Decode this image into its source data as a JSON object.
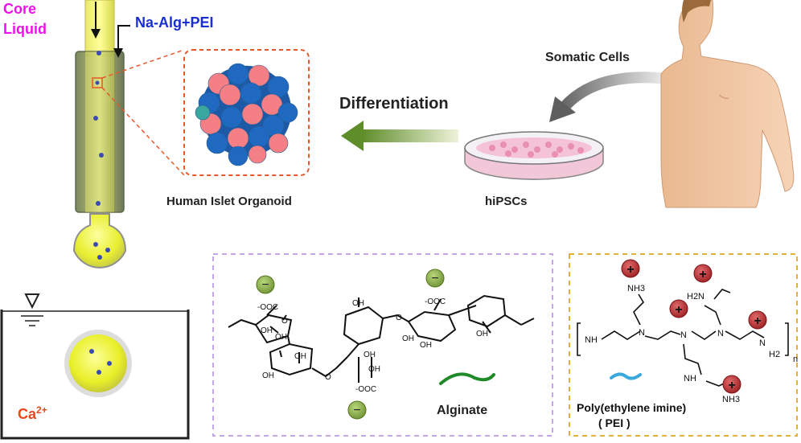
{
  "labels": {
    "core_line1": "Core",
    "core_line2": "Liquid",
    "shell": "Na-Alg+PEI",
    "somatic": "Somatic Cells",
    "differentiation": "Differentiation",
    "islet": "Human Islet Organoid",
    "hipsc": "hiPSCs",
    "ca_base": "Ca",
    "ca_sup": "2+",
    "alginate": "Alginate",
    "pei_line1": "Poly(ethylene imine)",
    "pei_line2": "( PEI )"
  },
  "chem": {
    "ooc1": "-OOC",
    "ooc2": "-OOC",
    "ooc3": "-OOC",
    "oh": "OH",
    "o": "O",
    "nh": "NH",
    "n": "N",
    "nh3": "NH3",
    "h2n": "H2N",
    "h2": "H2",
    "n_sub": "n",
    "minus": "−",
    "plus": "+"
  },
  "colors": {
    "core_label": "#ee11ee",
    "shell_label": "#1a2fd1",
    "ca_label": "#e4491b",
    "orange_dash": "#e8572a",
    "purple_dash": "#c4a8e6",
    "gold_dash": "#e3b13a",
    "negative_charge": "#8fb34a",
    "positive_charge": "#c0383d"
  }
}
